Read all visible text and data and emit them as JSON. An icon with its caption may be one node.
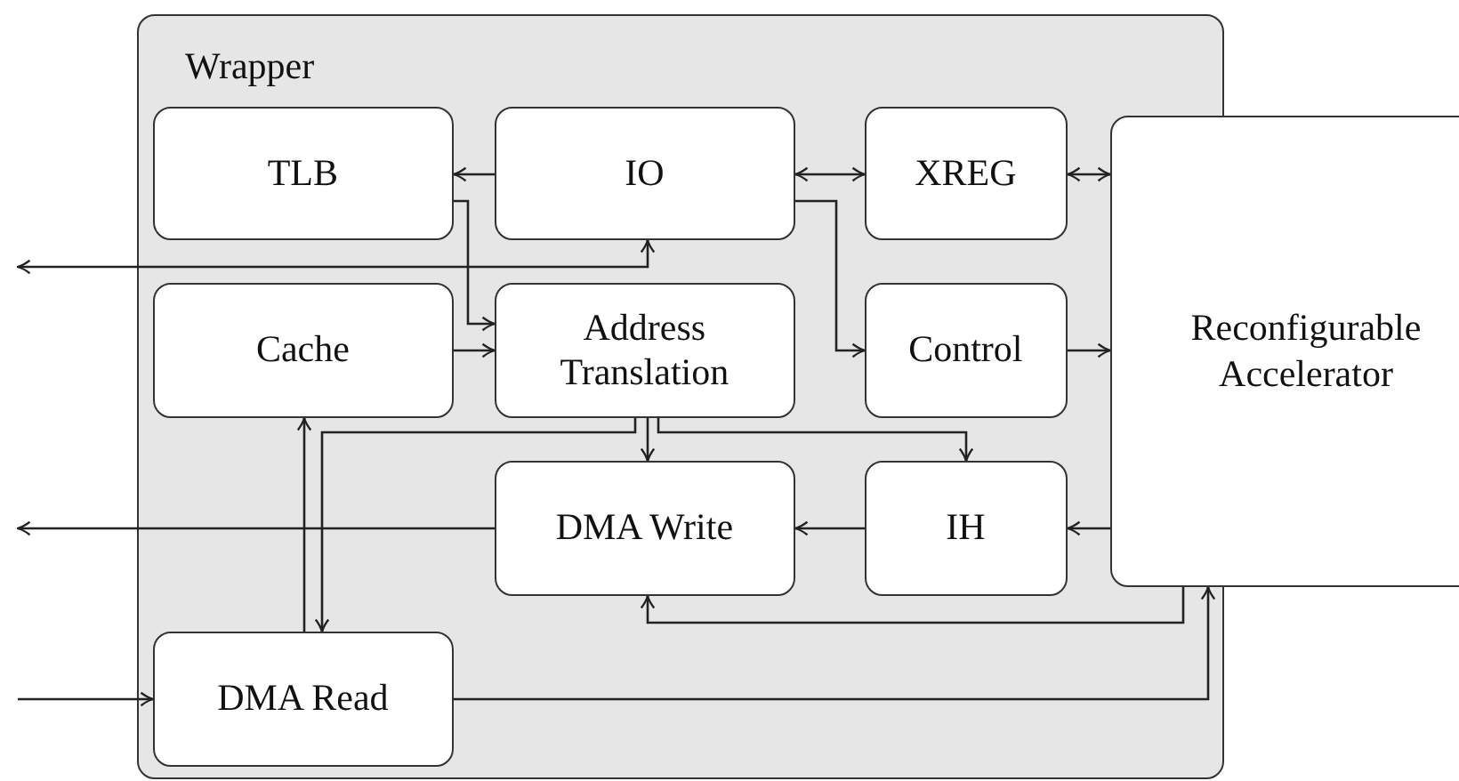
{
  "diagram": {
    "nodes": [
      {
        "text": [
          "Wrapper"
        ]
      },
      {
        "text": [
          "TLB"
        ],
        "in": 0
      },
      {
        "text": [
          "IO"
        ],
        "in": 0
      },
      {
        "text": [
          "XREG"
        ],
        "in": 0
      },
      {
        "text": [
          "Cache"
        ],
        "in": 0
      },
      {
        "text": [
          "Address Translation"
        ],
        "in": 0
      },
      {
        "text": [
          "Control"
        ],
        "in": 0
      },
      {
        "text": [
          "Reconfigurable Accelerator"
        ]
      },
      {
        "text": [
          "DMA Write"
        ],
        "in": 0
      },
      {
        "text": [
          "IH"
        ],
        "in": 0
      },
      {
        "text": [
          "DMA Read"
        ],
        "in": 0
      }
    ],
    "edges": [
      {
        "from": 2,
        "to": 1,
        "arrow": "to"
      },
      {
        "from": 2,
        "to": 3,
        "arrow": "both"
      },
      {
        "from": 3,
        "to": 7,
        "arrow": "both"
      },
      {
        "from": null,
        "to": 2,
        "arrow": "both"
      },
      {
        "from": 1,
        "to": 5,
        "arrow": "to"
      },
      {
        "from": 2,
        "to": 6,
        "arrow": "to"
      },
      {
        "from": 4,
        "to": 5,
        "arrow": "to"
      },
      {
        "from": 6,
        "to": 7,
        "arrow": "to"
      },
      {
        "from": 5,
        "to": 8,
        "arrow": "to"
      },
      {
        "from": 5,
        "to": 9,
        "arrow": "to"
      },
      {
        "from": 5,
        "to": 10,
        "arrow": "to"
      },
      {
        "from": 10,
        "to": 4,
        "arrow": "to"
      },
      {
        "from": 7,
        "to": 9,
        "arrow": "to"
      },
      {
        "from": 9,
        "to": 8,
        "arrow": "to"
      },
      {
        "from": 8,
        "to": null,
        "arrow": "to"
      },
      {
        "from": 7,
        "to": 8,
        "arrow": "to"
      },
      {
        "from": null,
        "to": 10,
        "arrow": "to"
      },
      {
        "from": 10,
        "to": 7,
        "arrow": "to"
      }
    ]
  }
}
